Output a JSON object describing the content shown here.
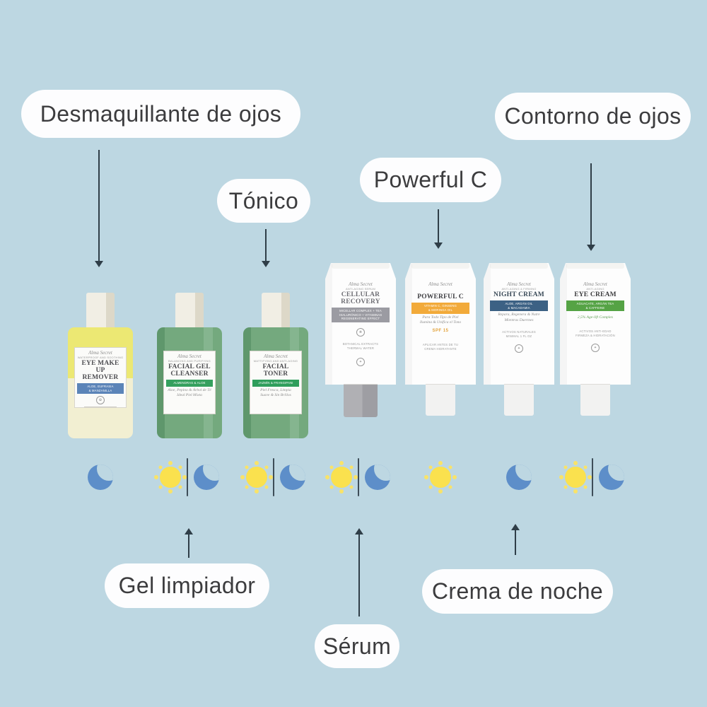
{
  "infographic": "skincare-routine",
  "colors": {
    "background": "#bdd7e2",
    "pill_background": "#fdfdfe",
    "pill_text": "#3c3c3e",
    "arrow": "#2f3e48",
    "sun": "#fae14e",
    "moon": "#5d8ec9",
    "icon_divider": "#3e4d58"
  },
  "labels": {
    "desmaquillante": "Desmaquillante de ojos",
    "contorno": "Contorno de ojos",
    "tonico": "Tónico",
    "powerful_c": "Powerful C",
    "gel_limpiador": "Gel limpiador",
    "crema_noche": "Crema de noche",
    "serum": "Sérum"
  },
  "icons_legend": {
    "sun": "day-use",
    "moon": "night-use",
    "divider": "day-and-night-separator"
  },
  "products": [
    {
      "id": "eye-makeup-remover",
      "form": "bottle",
      "usage": [
        "night"
      ],
      "brand": "Alma Secret",
      "subtitle": "WATERPROOF AND SOOTHING",
      "name": "EYE MAKE UP REMOVER",
      "banner_lines": [
        "ALOE, EUFRASIA",
        "& MANZANILLA"
      ],
      "banner_color": "#5b84b8",
      "body_colors": [
        "#ece873",
        "#f2efd2"
      ]
    },
    {
      "id": "facial-gel-cleanser",
      "form": "bottle",
      "usage": [
        "day",
        "night"
      ],
      "brand": "Alma Secret",
      "subtitle": "BALANCING AND PURIFYING",
      "name": "FACIAL GEL CLEANSER",
      "banner_lines": [
        "ALMENDRAS & ALOE"
      ],
      "banner_color": "#35a05e",
      "details": [
        "Aloe, Pepino & Árbol de Té",
        "Ideal Piel Mixta"
      ],
      "body_colors": [
        "#74a97e"
      ]
    },
    {
      "id": "facial-toner",
      "form": "bottle",
      "usage": [
        "day",
        "night"
      ],
      "brand": "Alma Secret",
      "subtitle": "MATTIFYING AND ANTI-AGING",
      "name": "FACIAL TONER",
      "banner_lines": [
        "JAZMÍN & FRANGIPANI"
      ],
      "banner_color": "#2f9e5c",
      "details": [
        "Piel Fresca, Limpia",
        "Suave & Sin Brillos"
      ],
      "body_colors": [
        "#74a97e"
      ]
    },
    {
      "id": "cellular-recovery",
      "form": "tube",
      "usage": [
        "day",
        "night"
      ],
      "brand": "Alma Secret",
      "subtitle": "ANTI-AGING SERUM",
      "name": "CELLULAR RECOVERY",
      "banner_lines": [
        "MICELLAR COMPLEX + TEA",
        "HIALURÓNICO + VITAMINAS",
        "REGENERATING EFFECT"
      ],
      "banner_color": "#9b9ba2",
      "details": [
        "BOTANICAL EXTRACTS",
        "THERMAL WATER"
      ],
      "cap_color": "#a8a8ac"
    },
    {
      "id": "powerful-c",
      "form": "tube",
      "usage": [
        "day"
      ],
      "brand": "Alma Secret",
      "subtitle": "",
      "name": "POWERFUL C",
      "banner_lines": [
        "VITAMIN C, GINSENG",
        "& MORINGA OIL"
      ],
      "banner_color": "#f2aa3a",
      "details": [
        "Para Todo Tipo de Piel",
        "Ilumina & Unifica el Tono"
      ],
      "spf": "SPF 15",
      "footnotes": [
        "APLICAR ANTES DE TU",
        "CREMA HIDRATANTE"
      ]
    },
    {
      "id": "night-cream",
      "form": "tube",
      "usage": [
        "night"
      ],
      "brand": "Alma Secret",
      "subtitle": "ANTI-AGING & FIRMING",
      "name": "NIGHT CREAM",
      "banner_lines": [
        "ALOE, ARGÁN OIL",
        "& MACADAMIA"
      ],
      "banner_color": "#3c6184",
      "details": [
        "Repara, Regenera & Nutre",
        "Mientras Duermes"
      ],
      "footnotes": [
        "ACTIVOS NATURALES",
        "MINIMAL 1 FL OZ"
      ]
    },
    {
      "id": "eye-cream",
      "form": "tube",
      "usage": [
        "day",
        "night"
      ],
      "brand": "Alma Secret",
      "subtitle": "ANTI-AGING",
      "name": "EYE CREAM",
      "banner_lines": [
        "AGUACATE, ARGÁN TEA",
        "& CAFFEINE"
      ],
      "banner_color": "#55a345",
      "details": [
        "2,5% Age-lift Complex"
      ],
      "footnotes": [
        "ACTIVOS ANTI-EDAD",
        "FIRMEZA & HIDRATACIÓN"
      ]
    }
  ]
}
